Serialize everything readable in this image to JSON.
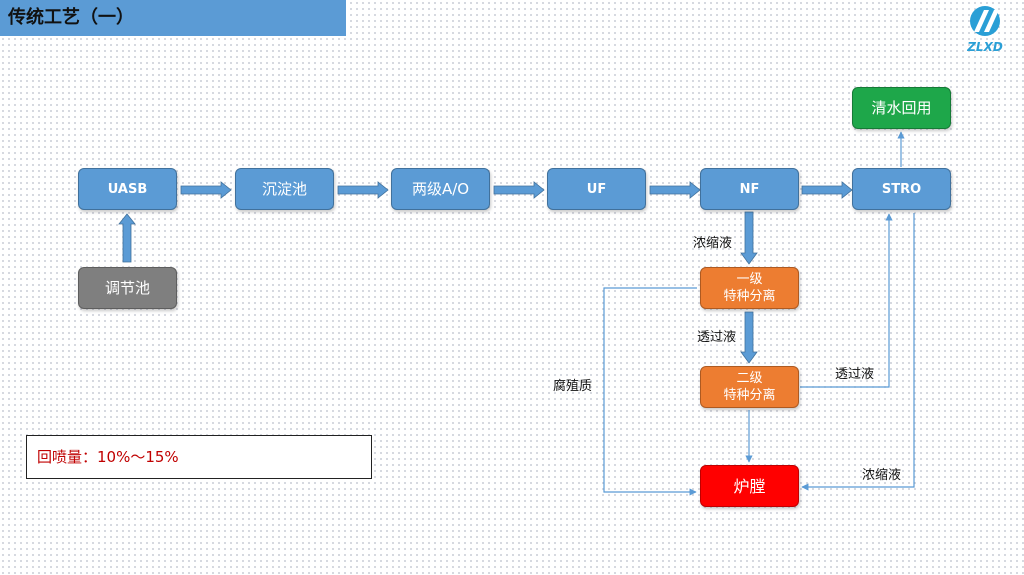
{
  "header": {
    "title": "传统工艺（一）"
  },
  "logo": {
    "text": "ZLXD",
    "icon": "zlxd-logo-icon",
    "color": "#2a9fd6"
  },
  "nodes": {
    "uasb": "UASB",
    "sediment": "沉淀池",
    "ao": "两级A/O",
    "uf": "UF",
    "nf": "NF",
    "stro": "STRO",
    "reuse": "清水回用",
    "regulating": "调节池",
    "sep1": {
      "line1": "一级",
      "line2": "特种分离"
    },
    "sep2": {
      "line1": "二级",
      "line2": "特种分离"
    },
    "furnace": "炉膛"
  },
  "labels": {
    "nf_concentrate": "浓缩液",
    "sep_permeate": "透过液",
    "humic": "腐殖质",
    "sep2_permeate": "透过液",
    "stro_concentrate": "浓缩液"
  },
  "note": {
    "text": "回喷量：10%～15%"
  },
  "colors": {
    "process_blue": "#5b9bd5",
    "separation_orange": "#ed7d31",
    "reuse_green": "#1ea74a",
    "furnace_red": "#ff0000",
    "regulating_gray": "#7f7f7f",
    "note_text": "#c00000"
  }
}
